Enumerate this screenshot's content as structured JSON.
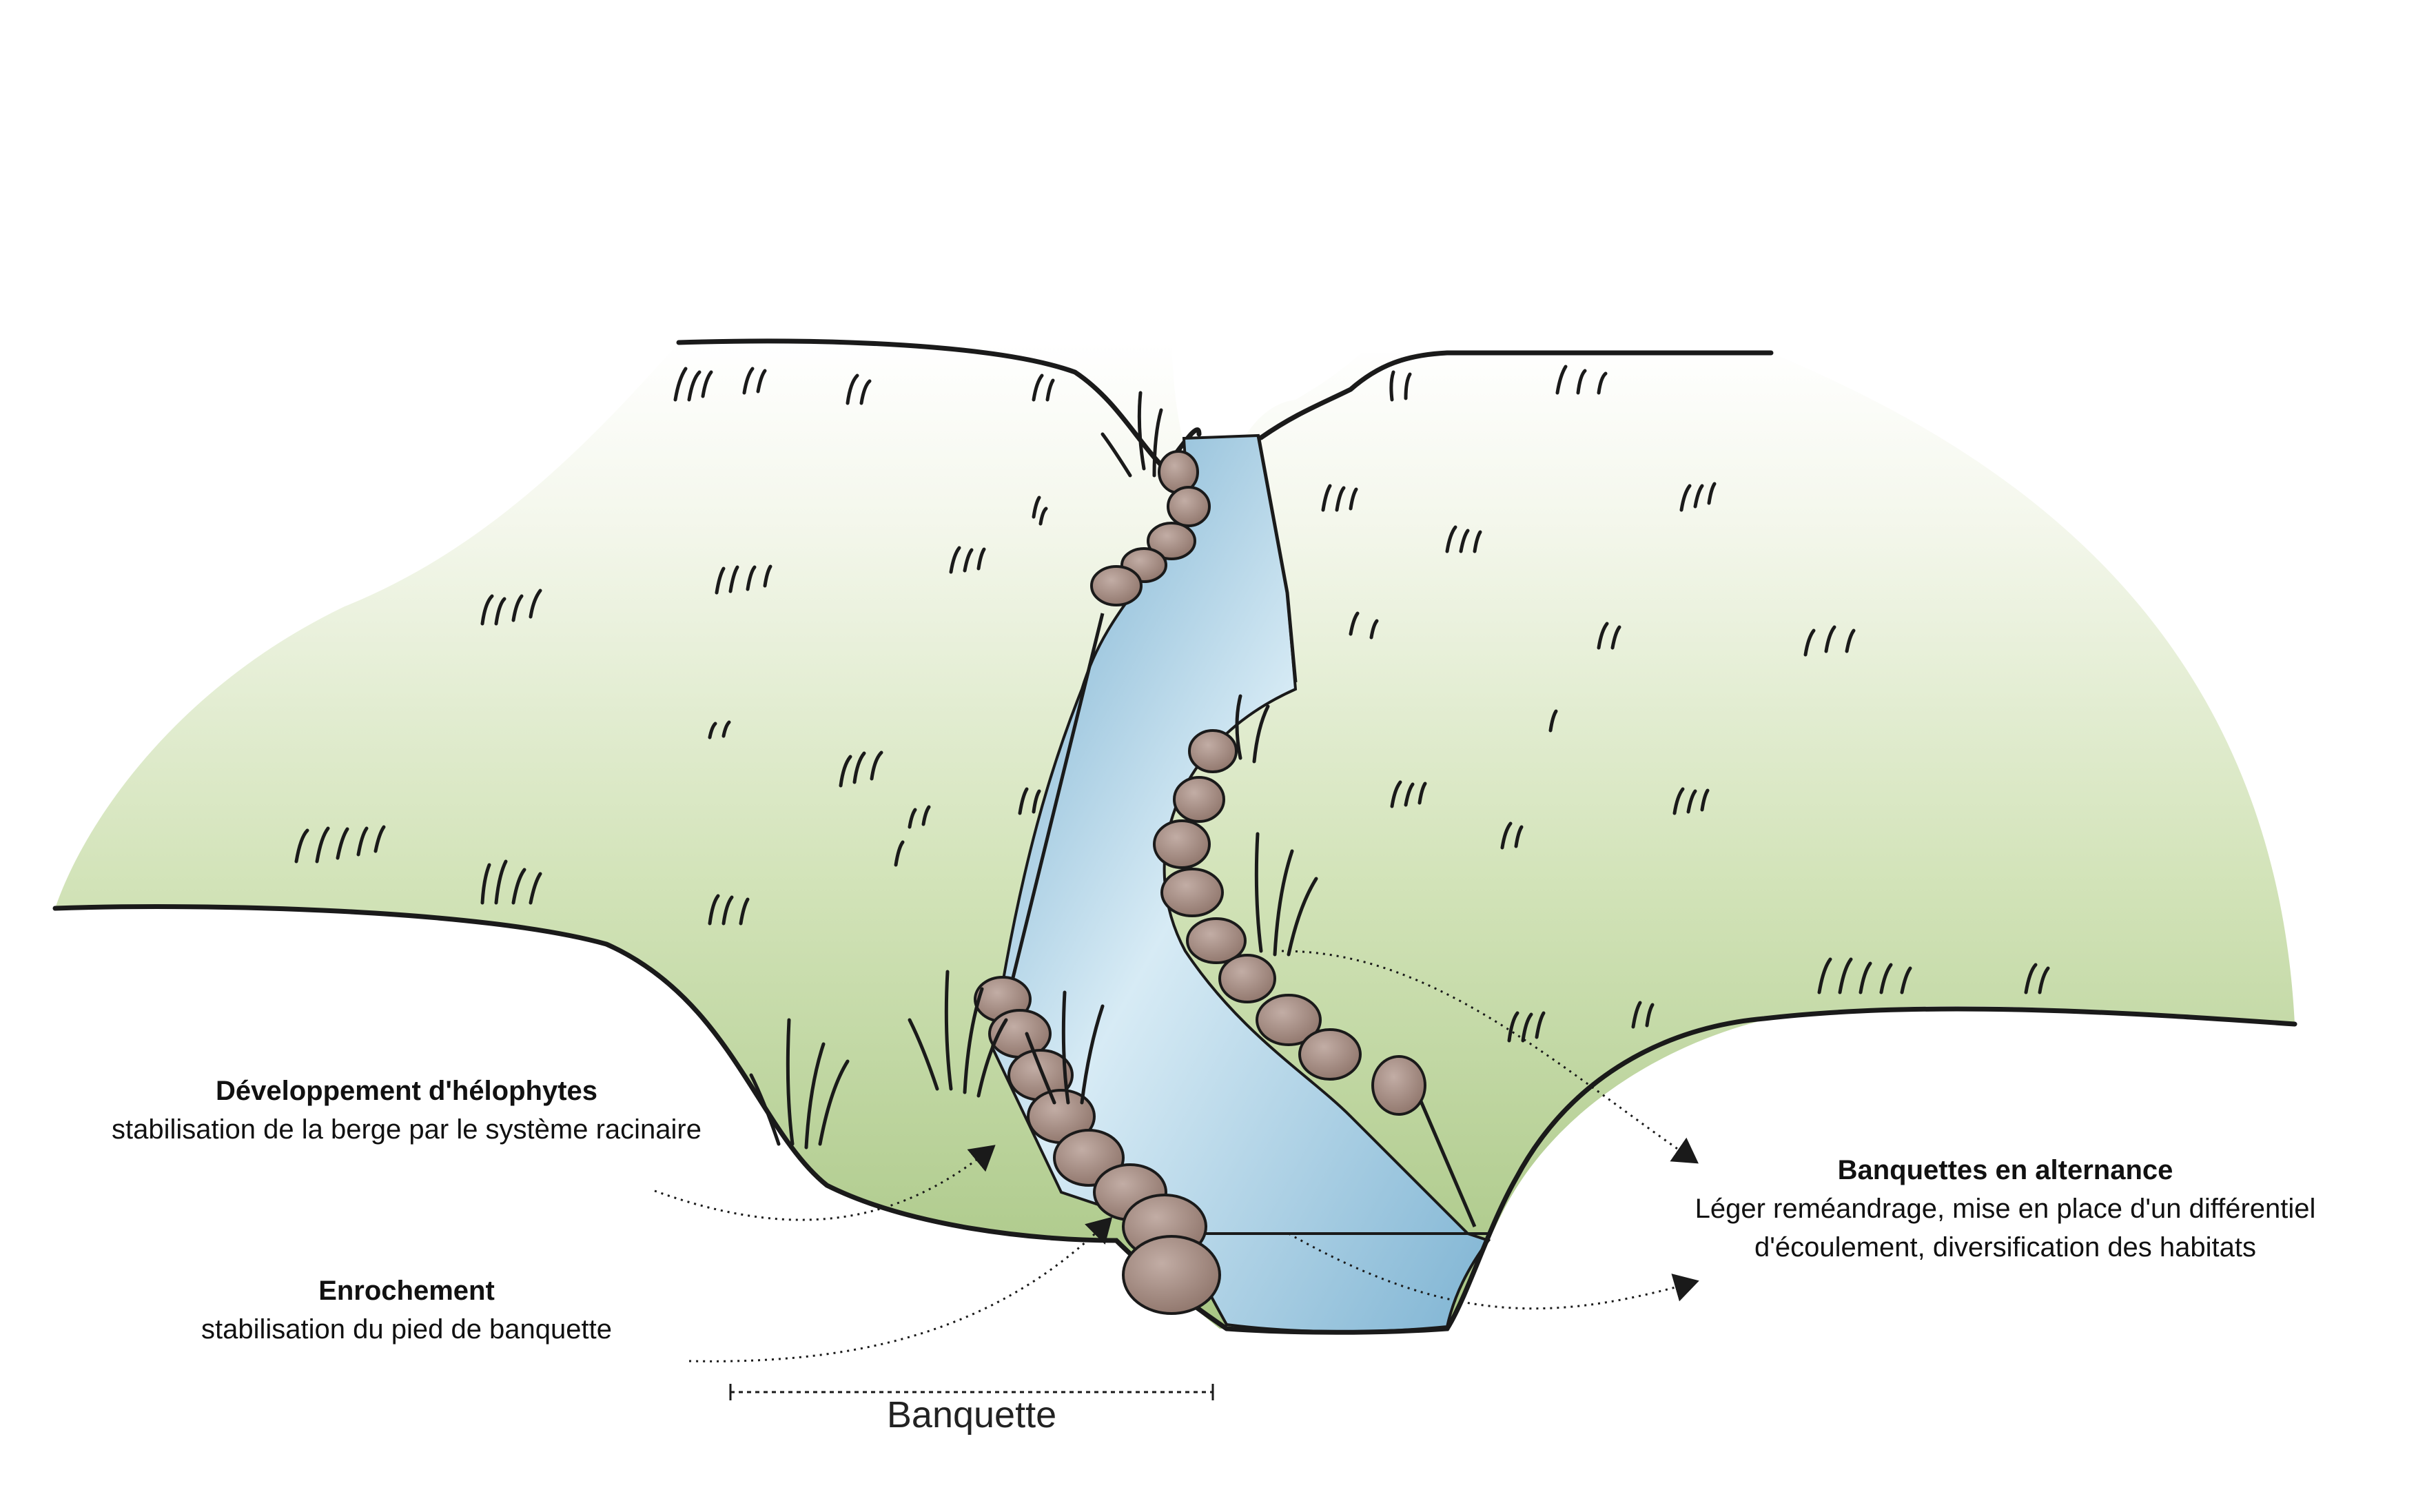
{
  "labels": {
    "helophytes": {
      "title": "Développement d'hélophytes",
      "description": "stabilisation de la berge par le système racinaire"
    },
    "enrochement": {
      "title": "Enrochement",
      "description": "stabilisation du pied de banquette"
    },
    "banquettes_alternance": {
      "title": "Banquettes en alternance",
      "description": "Léger reméandrage, mise en place d'un différentiel d'écoulement, diversification des habitats"
    }
  },
  "scale_bar": {
    "label": "Banquette"
  },
  "colors": {
    "grass_light": "#f4f7ec",
    "grass_mid": "#d2e3b8",
    "grass_dark": "#9fc07a",
    "water_light": "#d8ecf6",
    "water_dark": "#7fb4d3",
    "rock": "#a88f86",
    "ink": "#1a1a1a"
  }
}
